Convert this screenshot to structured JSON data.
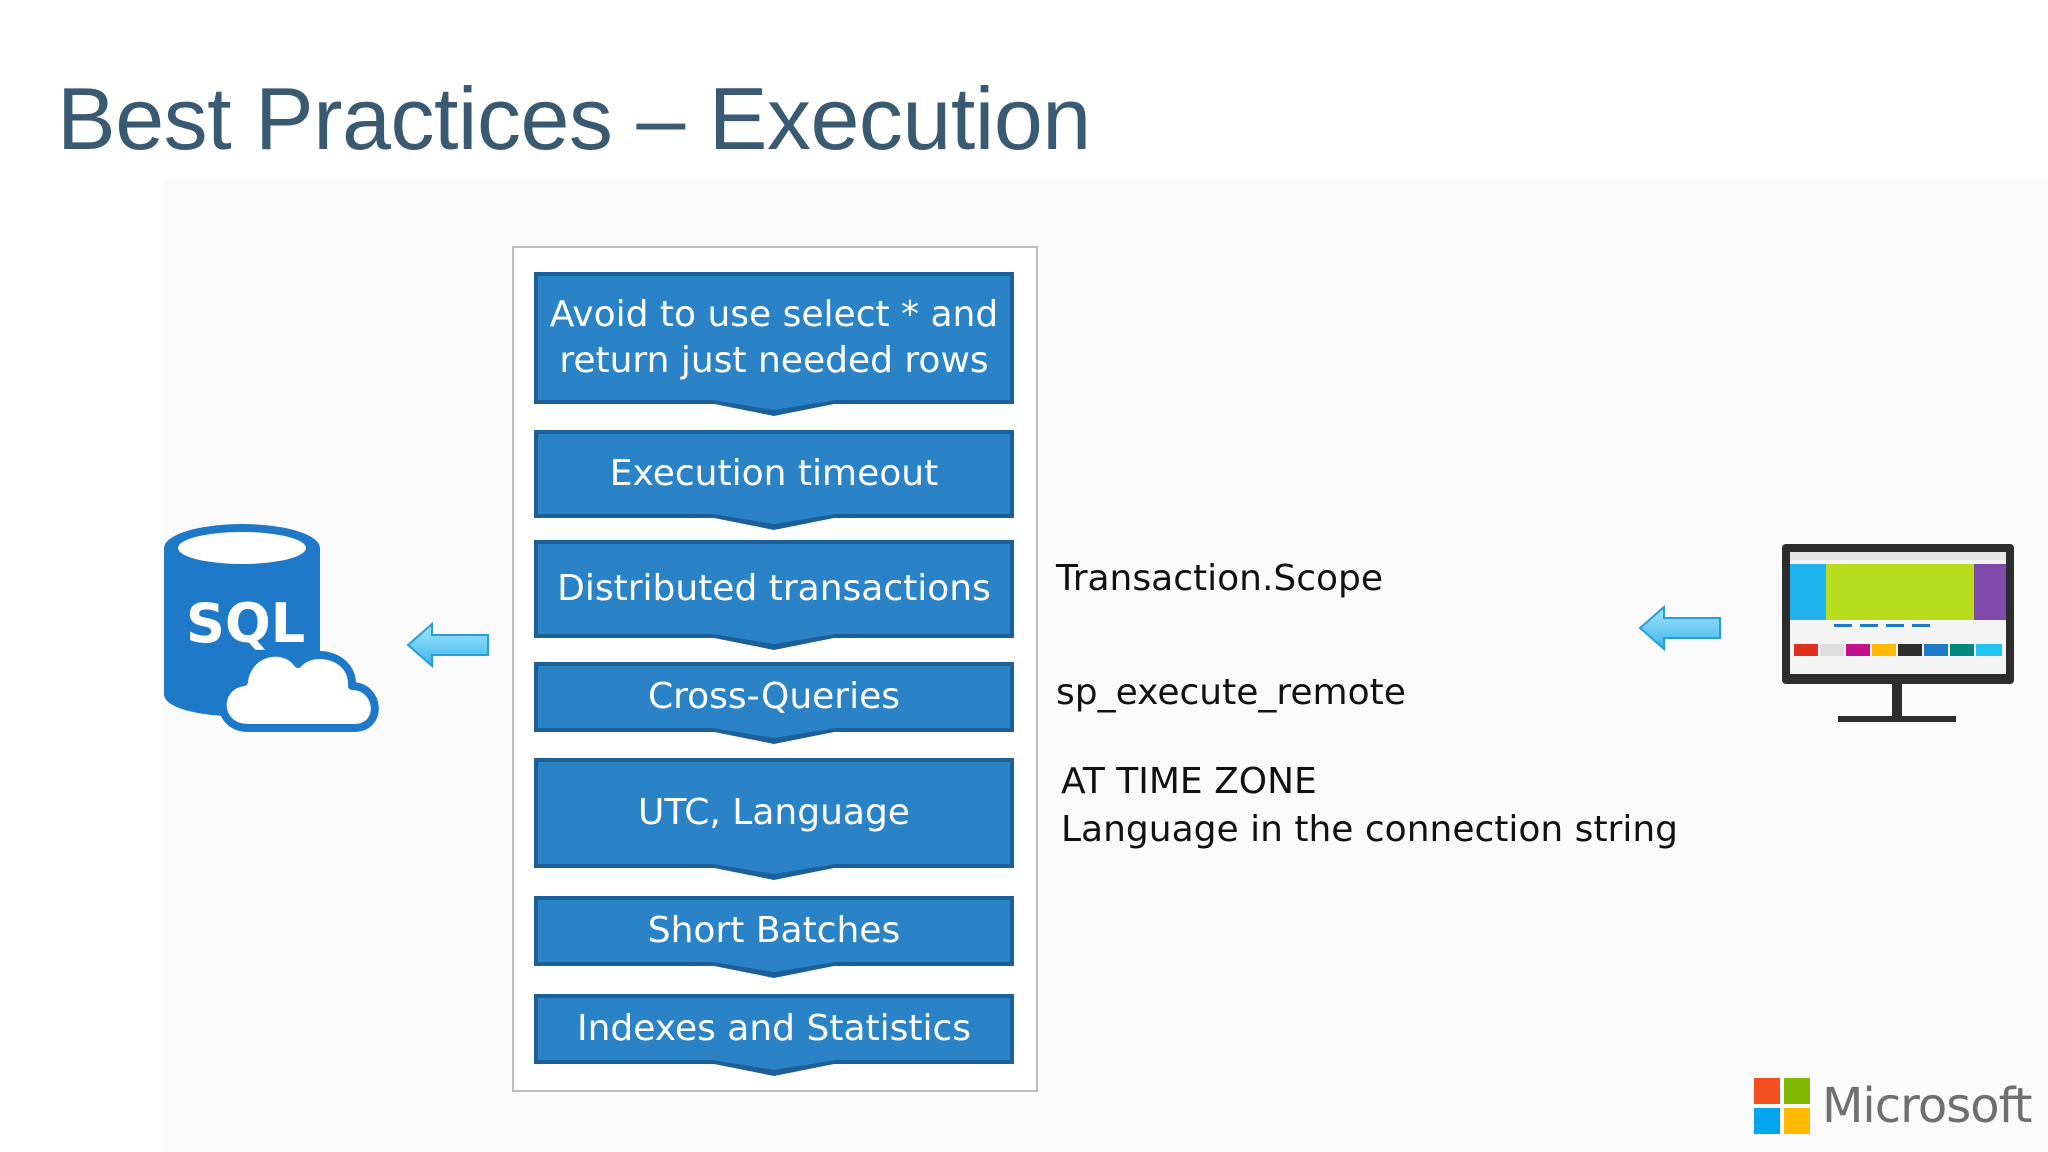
{
  "slide": {
    "title": "Best Practices – Execution"
  },
  "steps": [
    {
      "line1": "Avoid to use select * and",
      "line2": "return just needed rows"
    },
    {
      "line1": "Execution timeout"
    },
    {
      "line1": "Distributed transactions"
    },
    {
      "line1": "Cross-Queries"
    },
    {
      "line1": "UTC, Language"
    },
    {
      "line1": "Short Batches"
    },
    {
      "line1": "Indexes and Statistics"
    }
  ],
  "notes": {
    "transaction": "Transaction.Scope",
    "cross_queries": "sp_execute_remote",
    "utc_line1": "AT TIME ZONE",
    "utc_line2": "Language in the connection string"
  },
  "icons": {
    "database": {
      "name": "sql-database-cloud-icon",
      "label": "SQL"
    },
    "left_arrow_db": "arrow-left-icon",
    "left_arrow_monitor": "arrow-left-icon",
    "monitor": "monitor-app-icon"
  },
  "branding": {
    "logo_text": "Microsoft",
    "logo_colors": [
      "#f25022",
      "#7fba00",
      "#00a4ef",
      "#ffb900"
    ]
  },
  "colors": {
    "title": "#3a5a72",
    "step_fill": "#2b83c7",
    "step_border": "#1c5f99",
    "arrow": "#5bc8f0"
  }
}
